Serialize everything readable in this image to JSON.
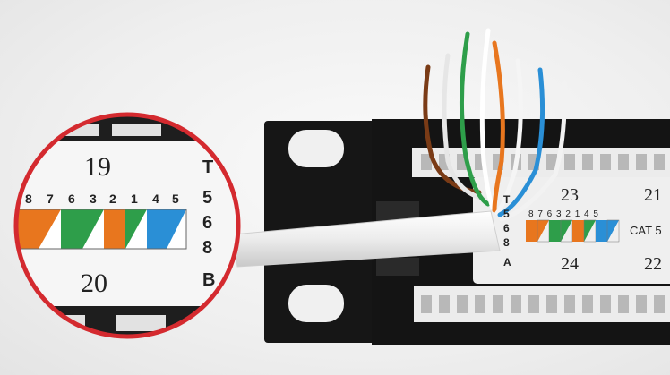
{
  "panel": {
    "port_top_left": "23",
    "port_top_right": "21",
    "port_bottom_left": "24",
    "port_bottom_right": "22",
    "standard_letters": [
      "T",
      "5",
      "6",
      "8",
      "A"
    ],
    "pin_order": "8 7 6 3 2 1 4 5",
    "cable_label": "CAT 5"
  },
  "zoom": {
    "port_top": "19",
    "port_bottom": "20",
    "standard_letters": [
      "T",
      "5",
      "6",
      "8",
      "B"
    ],
    "pin_numbers": [
      "8",
      "7",
      "6",
      "3",
      "2",
      "1",
      "4",
      "5"
    ]
  },
  "colors": {
    "orange": "#e8761e",
    "green": "#2e9e4a",
    "blue": "#2a8fd6",
    "brown": "#7a3b16",
    "panel": "#151515",
    "zoom_ring": "#d42a2f"
  }
}
